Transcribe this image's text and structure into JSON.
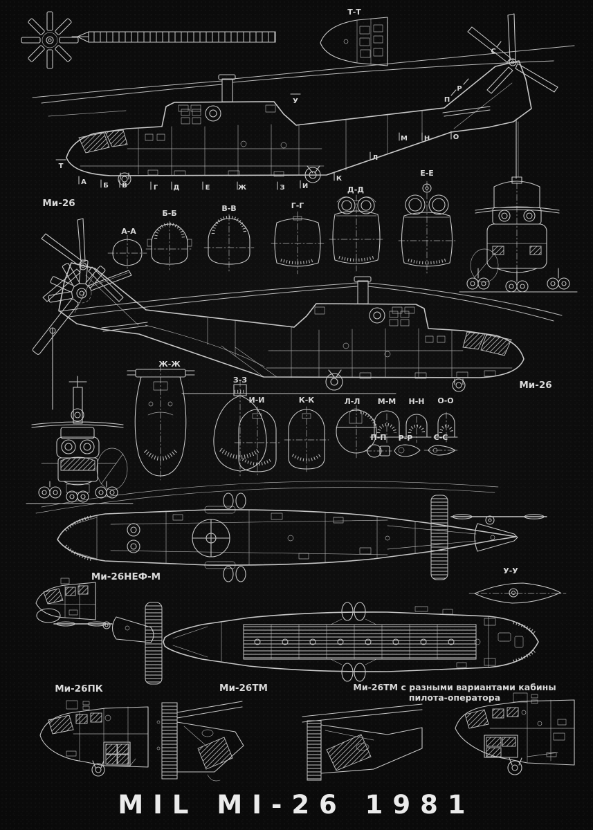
{
  "poster": {
    "title": "MIL MI-26 1981",
    "background_color": "#0b0b0b",
    "line_color": "#c7c7c7",
    "text_color": "#d9d9d9"
  },
  "labels": {
    "model_main": "Ми-26",
    "model_second": "Ми-26",
    "variant_nef_m": "Ми-26НЕФ-М",
    "variant_pk": "Ми-26ПК",
    "variant_tm": "Ми-26ТМ",
    "variant_tm_note_line1": "Ми-26ТМ с разными вариантами кабины",
    "variant_tm_note_line2": "пилота-оператора"
  },
  "sections": {
    "tt": "Т-Т",
    "uu": "У-У",
    "row1": [
      "А-А",
      "Б-Б",
      "В-В",
      "Г-Г",
      "Д-Д",
      "Е-Е"
    ],
    "row2": [
      "Ж-Ж",
      "З-З",
      "И-И",
      "К-К",
      "Л-Л",
      "М-М",
      "Н-Н",
      "О-О"
    ],
    "row3": [
      "П-П",
      "Р-Р",
      "С-С"
    ]
  },
  "station_marks": {
    "fuselage": [
      "Т",
      "А",
      "Б",
      "В",
      "Г",
      "Д",
      "Е",
      "Ж",
      "З",
      "И",
      "К",
      "Л",
      "М",
      "Н",
      "О"
    ],
    "tail_pylon": [
      "П",
      "Р",
      "С"
    ],
    "rotor_blade": "У"
  }
}
